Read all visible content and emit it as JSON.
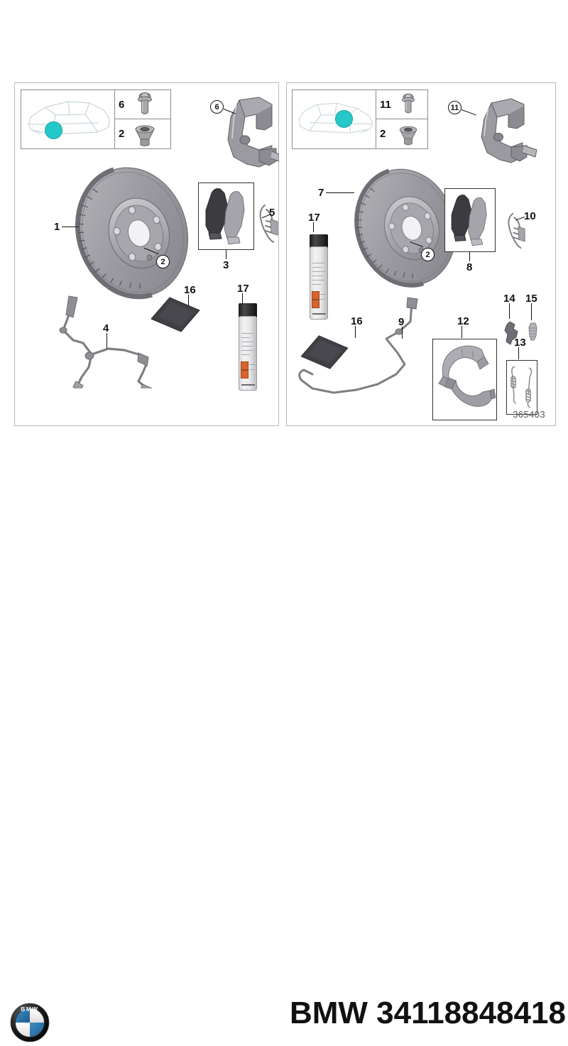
{
  "document": {
    "kind": "bmw-parts-diagram",
    "diagram_id": "365403"
  },
  "footer": {
    "brand": "BMW",
    "part_number": "34118848418",
    "title": "BMW 34118848418",
    "logo_name": "bmw-roundel-logo",
    "logo_text_top": "BMW",
    "logo_colors": {
      "blue": "#2a6ca8",
      "white": "#ffffff",
      "black": "#111111"
    }
  },
  "panels": [
    {
      "id": "front-axle",
      "name": "front-brake-assembly-panel",
      "inset": {
        "car_view": "front-axle-highlight",
        "highlight_color": "#25c8c8",
        "fasteners": [
          {
            "num": "6",
            "icon": "hex-flange-bolt"
          },
          {
            "num": "2",
            "icon": "countersunk-set-screw"
          }
        ]
      },
      "callouts": [
        {
          "num": "1",
          "style": "plain",
          "part": "front-brake-disc-ventilated"
        },
        {
          "num": "2",
          "style": "circle",
          "part": "disc-retaining-screw"
        },
        {
          "num": "3",
          "style": "plain",
          "part": "front-brake-pad-set",
          "boxed": true
        },
        {
          "num": "4",
          "style": "plain",
          "part": "front-brake-pad-wear-sensor"
        },
        {
          "num": "5",
          "style": "plain",
          "part": "pad-retaining-spring-clip"
        },
        {
          "num": "6",
          "style": "circle",
          "part": "front-caliper-carrier-bracket"
        },
        {
          "num": "16",
          "style": "plain",
          "part": "anti-squeal-shim-sheet"
        },
        {
          "num": "17",
          "style": "plain",
          "part": "brake-cleaner-spray-can"
        }
      ]
    },
    {
      "id": "rear-axle",
      "name": "rear-brake-assembly-panel",
      "inset": {
        "car_view": "rear-axle-highlight",
        "highlight_color": "#25c8c8",
        "fasteners": [
          {
            "num": "11",
            "icon": "hex-flange-bolt"
          },
          {
            "num": "2",
            "icon": "countersunk-set-screw"
          }
        ]
      },
      "callouts": [
        {
          "num": "7",
          "style": "plain",
          "part": "rear-brake-disc-ventilated"
        },
        {
          "num": "2",
          "style": "circle",
          "part": "disc-retaining-screw"
        },
        {
          "num": "8",
          "style": "plain",
          "part": "rear-brake-pad-set",
          "boxed": true
        },
        {
          "num": "9",
          "style": "plain",
          "part": "rear-brake-pad-wear-sensor"
        },
        {
          "num": "10",
          "style": "plain",
          "part": "pad-retaining-spring-clip"
        },
        {
          "num": "11",
          "style": "circle",
          "part": "rear-caliper-carrier-bracket"
        },
        {
          "num": "12",
          "style": "plain",
          "part": "parking-brake-shoe-set",
          "boxed": true
        },
        {
          "num": "13",
          "style": "plain",
          "part": "parking-brake-spring-kit",
          "boxed": true
        },
        {
          "num": "14",
          "style": "plain",
          "part": "parking-brake-expander-lever"
        },
        {
          "num": "15",
          "style": "plain",
          "part": "parking-brake-adjuster"
        },
        {
          "num": "16",
          "style": "plain",
          "part": "anti-squeal-shim-sheet"
        },
        {
          "num": "17",
          "style": "brake-cleaner-spray-can"
        }
      ]
    }
  ],
  "labels": {
    "l1": "1",
    "l2": "2",
    "l3": "3",
    "l4": "4",
    "l5": "5",
    "l6": "6",
    "l7": "7",
    "l8": "8",
    "l9": "9",
    "l10": "10",
    "l11": "11",
    "l12": "12",
    "l13": "13",
    "l14": "14",
    "l15": "15",
    "l16": "16",
    "l17": "17",
    "c2a": "2",
    "c2b": "2",
    "c6": "6",
    "c11": "11",
    "f6": "6",
    "f2a": "2",
    "f11": "11",
    "f2b": "2"
  }
}
